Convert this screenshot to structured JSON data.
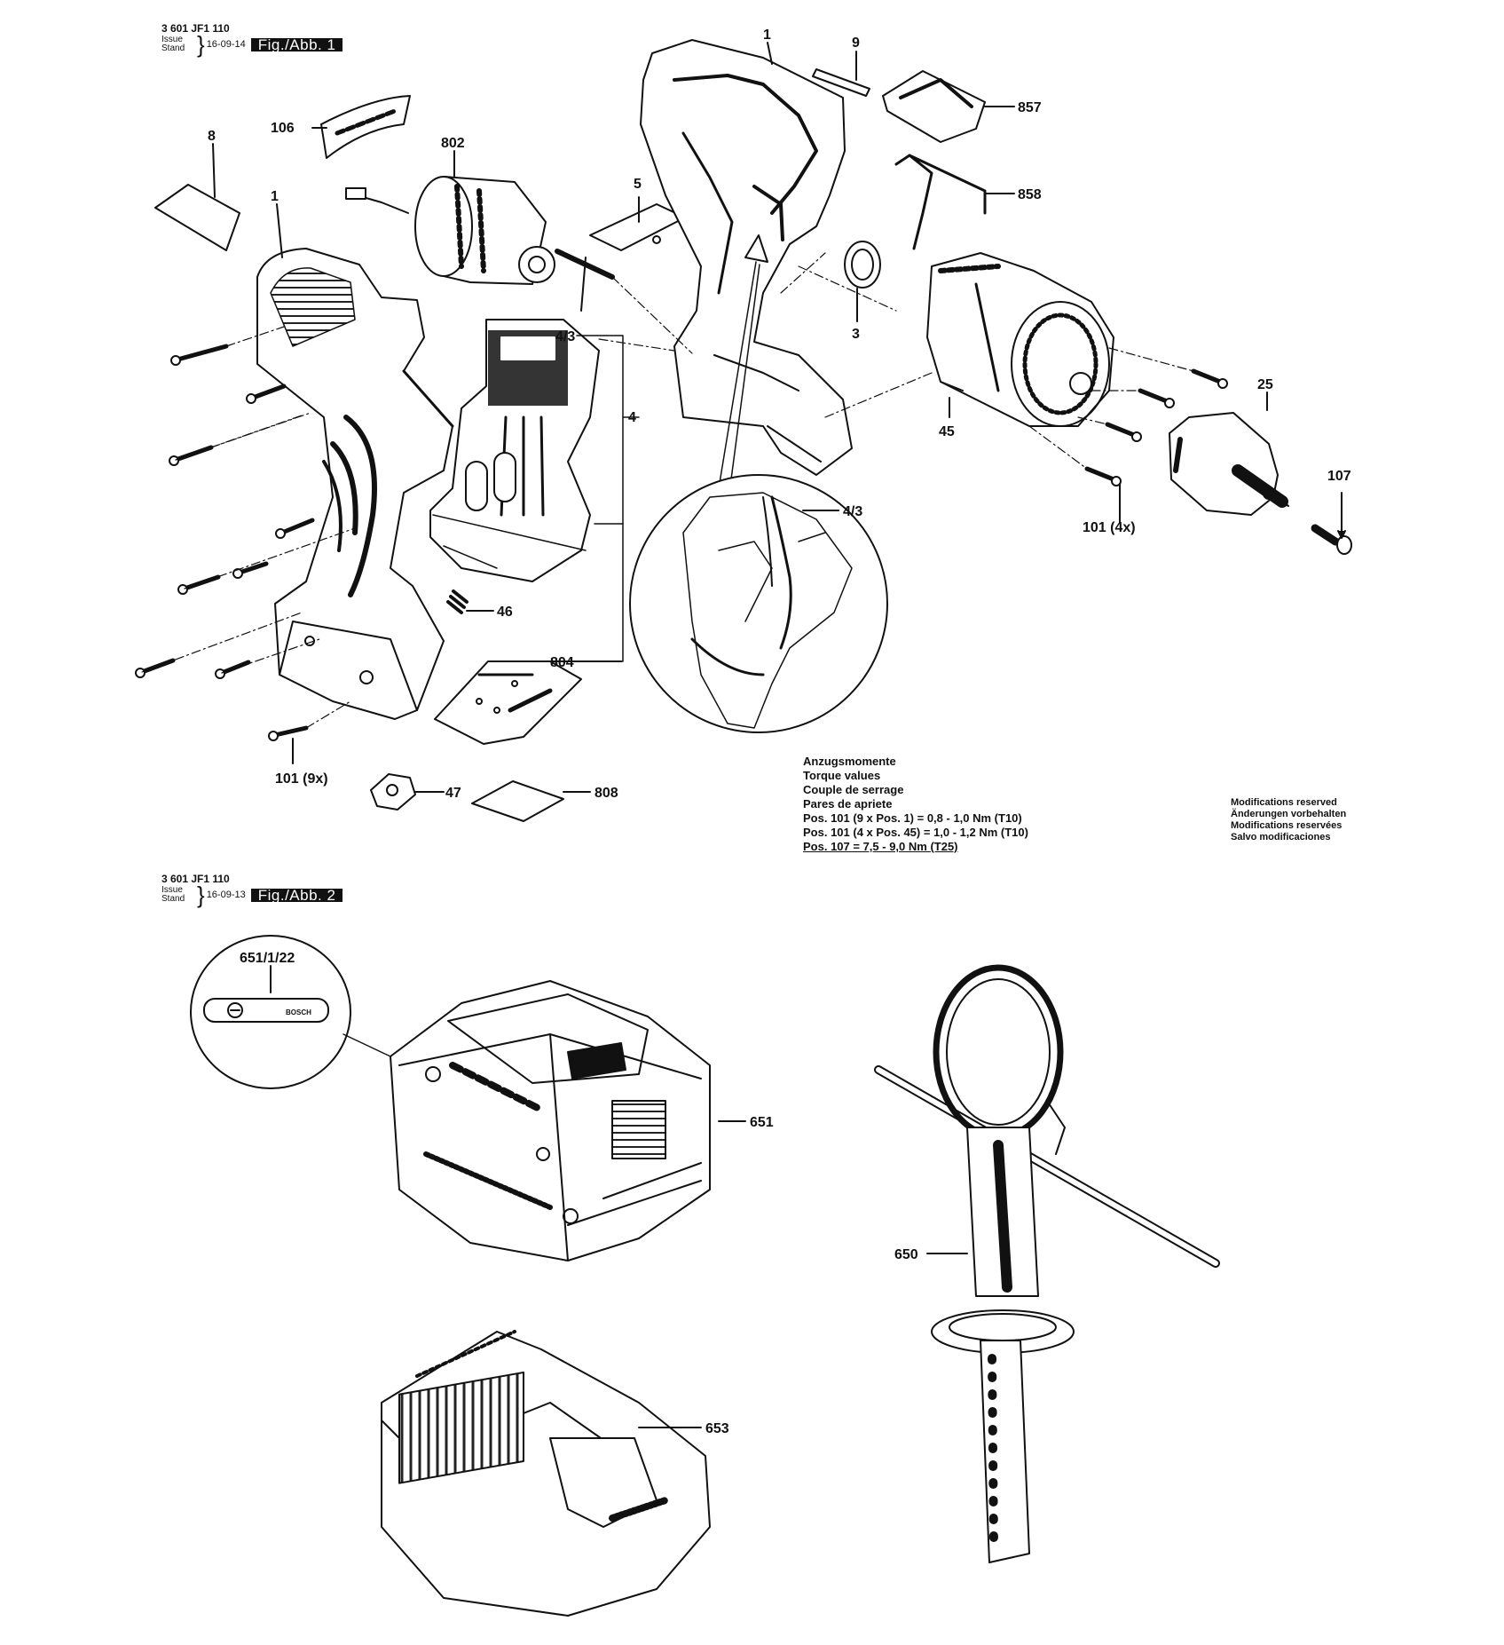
{
  "figure1": {
    "part_number": "3 601 JF1 110",
    "issue_label": "Issue",
    "stand_label": "Stand",
    "date": "16-09-14",
    "fig_label": "Fig./Abb. 1"
  },
  "figure2": {
    "part_number": "3 601 JF1 110",
    "issue_label": "Issue",
    "stand_label": "Stand",
    "date": "16-09-13",
    "fig_label": "Fig./Abb. 2"
  },
  "torque_notes": {
    "lines": [
      "Anzugsmomente",
      "Torque values",
      "Couple de serrage",
      "Pares de apriete",
      "Pos. 101 (9 x Pos. 1)   = 0,8 - 1,0 Nm (T10)",
      "Pos. 101 (4 x Pos. 45) = 1,0 - 1,2 Nm (T10)",
      "Pos. 107  =  7,5 - 9,0 Nm (T25)"
    ]
  },
  "modifications": {
    "lines": [
      "Modifications reserved",
      "Änderungen vorbehalten",
      "Modifications reservées",
      "Salvo modificaciones"
    ]
  },
  "callouts": {
    "p106": "106",
    "p8": "8",
    "p802": "802",
    "p5": "5",
    "p1_left": "1",
    "p1_right": "1",
    "p9": "9",
    "p857": "857",
    "p858": "858",
    "p3": "3",
    "p4_3_top": "4/3",
    "p4": "4",
    "p4_3_detail": "4/3",
    "p25": "25",
    "p45": "45",
    "p107": "107",
    "p101_4x": "101 (4x)",
    "p46": "46",
    "p804": "804",
    "p101_9x": "101 (9x)",
    "p47": "47",
    "p808": "808",
    "p651_1_22": "651/1/22",
    "p651": "651",
    "p650": "650",
    "p653": "653"
  },
  "label_plate_text": "BOSCH"
}
